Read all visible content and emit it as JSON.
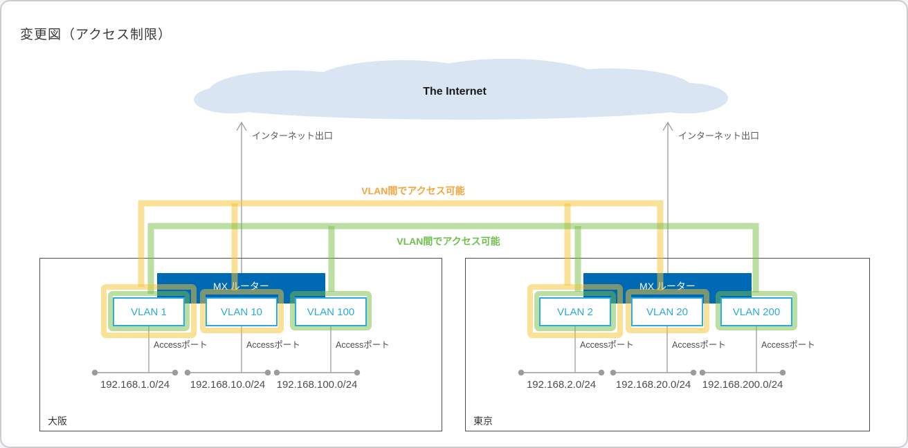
{
  "page": {
    "title": "変更図（アクセス制限）"
  },
  "internet": {
    "label": "The Internet",
    "exit_labels": [
      "インターネット出口",
      "インターネット出口"
    ]
  },
  "access_paths": [
    {
      "id": "yellow",
      "label": "VLAN間でアクセス可能",
      "line_color": "rgba(243,196,50,0.5)",
      "text_color": "#F5A43C"
    },
    {
      "id": "green",
      "label": "VLAN間でアクセス可能",
      "line_color": "rgba(120,190,70,0.5)",
      "text_color": "#6FBF4F"
    }
  ],
  "sites": [
    {
      "name": "大阪",
      "router_label": "MX ルーター",
      "vlans": [
        {
          "label": "VLAN 1",
          "port_label": "Accessポート",
          "subnet": "192.168.1.0/24",
          "highlighted_by": [
            "yellow",
            "green"
          ]
        },
        {
          "label": "VLAN 10",
          "port_label": "Accessポート",
          "subnet": "192.168.10.0/24",
          "highlighted_by": [
            "yellow"
          ]
        },
        {
          "label": "VLAN 100",
          "port_label": "Accessポート",
          "subnet": "192.168.100.0/24",
          "highlighted_by": [
            "green"
          ]
        }
      ]
    },
    {
      "name": "東京",
      "router_label": "MX ルーター",
      "vlans": [
        {
          "label": "VLAN 2",
          "port_label": "Accessポート",
          "subnet": "192.168.2.0/24",
          "highlighted_by": [
            "yellow",
            "green"
          ]
        },
        {
          "label": "VLAN 20",
          "port_label": "Accessポート",
          "subnet": "192.168.20.0/24",
          "highlighted_by": [
            "yellow"
          ]
        },
        {
          "label": "VLAN 200",
          "port_label": "Accessポート",
          "subnet": "192.168.200.0/24",
          "highlighted_by": [
            "green"
          ]
        }
      ]
    }
  ],
  "colors": {
    "cloud_fill": "#D9E5F2",
    "router_bar": "#0069B4",
    "vlan_accent": "#29ABE2",
    "site_border": "#4A4A4A",
    "line_gray": "#9B9B9B"
  }
}
